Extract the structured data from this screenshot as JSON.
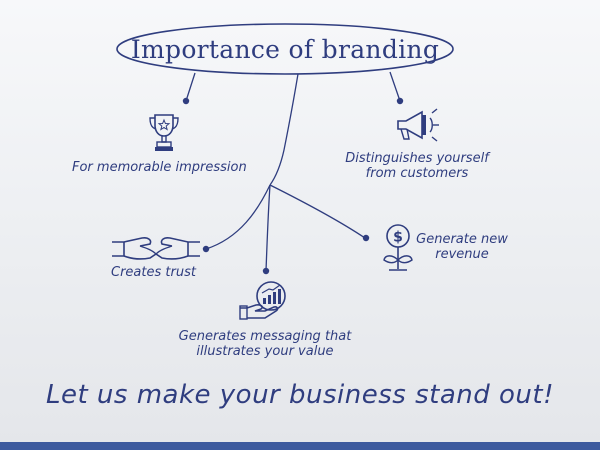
{
  "title": "Importance of branding",
  "nodes": {
    "memorable": "For memorable impression",
    "distinguish": [
      "Distinguishes yourself",
      "from customers"
    ],
    "trust": "Creates trust",
    "revenue": [
      "Generate new",
      "revenue"
    ],
    "messaging": [
      "Generates messaging that",
      "illustrates your value"
    ]
  },
  "tagline": "Let us make your business stand out!",
  "colors": {
    "ink": "#2f3d7f",
    "background": "#eef0f3",
    "footer_bar": "#3d5a9e"
  },
  "icons": [
    "trophy-icon",
    "megaphone-icon",
    "handshake-icon",
    "money-plant-icon",
    "hand-growth-chart-icon"
  ]
}
